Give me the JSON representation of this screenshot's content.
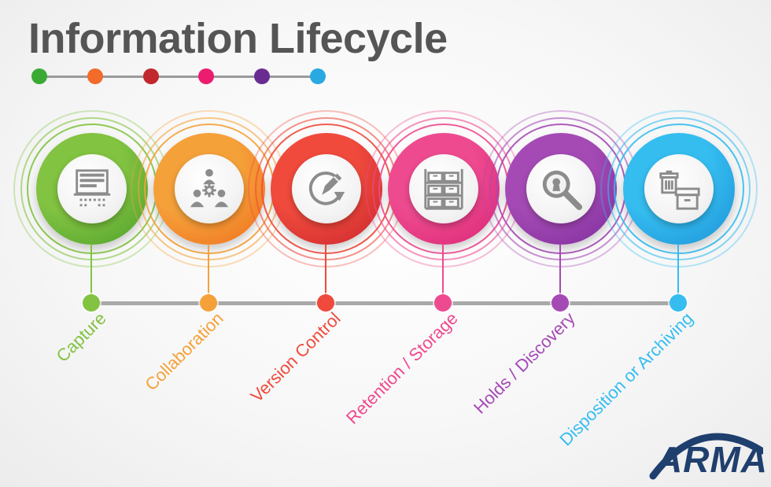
{
  "title": "Information Lifecycle",
  "title_dots": [
    "#3aaa35",
    "#f26b2a",
    "#c0282d",
    "#ec1c6f",
    "#6b2c91",
    "#29a9e1"
  ],
  "stages": [
    {
      "label": "Capture",
      "color": "#82c341",
      "dark": "#4a9e2a",
      "icon": "form-document-icon"
    },
    {
      "label": "Collaboration",
      "color": "#f5a13a",
      "dark": "#ef6b1c",
      "icon": "team-gear-icon"
    },
    {
      "label": "Version Control",
      "color": "#ef4a3c",
      "dark": "#c8242d",
      "icon": "edit-refresh-icon"
    },
    {
      "label": "Retention / Storage",
      "color": "#ee4a8f",
      "dark": "#d92374",
      "icon": "storage-shelves-icon"
    },
    {
      "label": "Holds / Discovery",
      "color": "#a54ab5",
      "dark": "#7a2b9a",
      "icon": "search-key-icon"
    },
    {
      "label": "Disposition or Archiving",
      "color": "#35bdf0",
      "dark": "#1b8fd6",
      "icon": "trash-archive-icon"
    }
  ],
  "logo": {
    "text": "ARMA"
  }
}
